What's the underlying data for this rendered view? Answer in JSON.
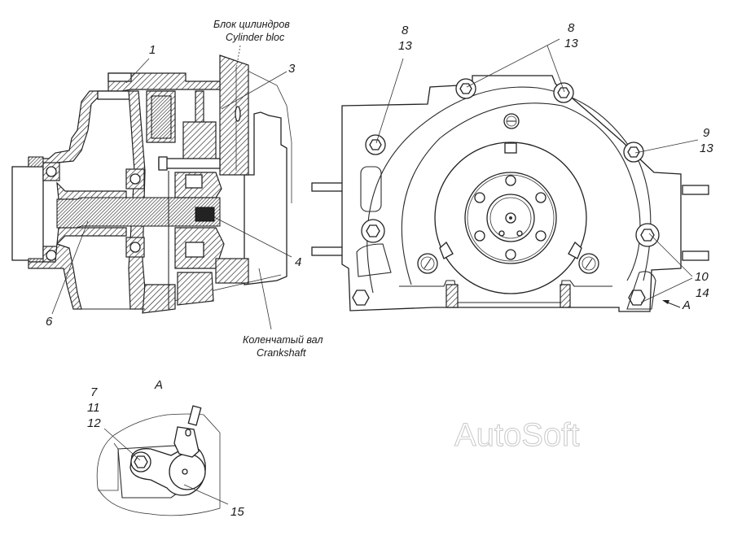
{
  "diagram": {
    "type": "technical-assembly-drawing",
    "views": {
      "section": {
        "name": "cross-section view",
        "callouts": [
          {
            "id": "1",
            "label": "1"
          },
          {
            "id": "3",
            "label": "3"
          },
          {
            "id": "4",
            "label": "4"
          },
          {
            "id": "6",
            "label": "6"
          }
        ],
        "captions": {
          "cylinder_block_ru": "Блок цилиндров",
          "cylinder_block_en": "Cylinder bloc",
          "crankshaft_ru": "Коленчатый вал",
          "crankshaft_en": "Crankshaft"
        }
      },
      "front": {
        "name": "front view",
        "callouts": [
          {
            "id": "8-13-left",
            "lines": [
              "8",
              "13"
            ]
          },
          {
            "id": "8-13-top",
            "lines": [
              "8",
              "13"
            ]
          },
          {
            "id": "9-13",
            "lines": [
              "9",
              "13"
            ]
          },
          {
            "id": "10-14",
            "lines": [
              "10",
              "14"
            ]
          }
        ],
        "view_arrow_label": "A"
      },
      "detail_a": {
        "name": "view A",
        "title": "A",
        "callouts": [
          {
            "id": "7-11-12",
            "lines": [
              "7",
              "11",
              "12"
            ]
          },
          {
            "id": "15",
            "label": "15"
          }
        ]
      }
    },
    "watermark": "AutoSoft"
  }
}
